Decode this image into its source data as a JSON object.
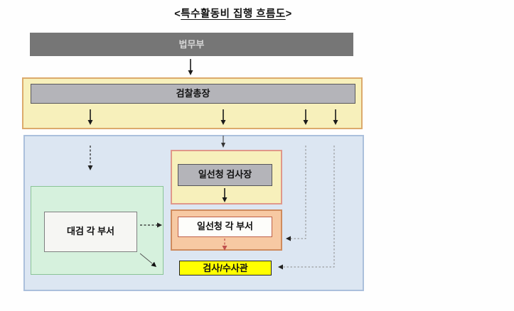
{
  "title": {
    "open_bracket": "<",
    "text": "특수활동비 집행 흐름도",
    "close_bracket": ">"
  },
  "nodes": {
    "ministry_of_justice": "법무부",
    "prosecutor_general": "검찰총장",
    "frontline_chief_prosecutor": "일선청 검사장",
    "supreme_office_departments": "대검 각 부서",
    "frontline_departments": "일선청 각 부서",
    "prosecutor_investigator": "검사/수사관"
  },
  "colors": {
    "ministry_fill": "#767676",
    "ministry_text": "#d6d6d6",
    "gray_node_fill": "#b4b4b9",
    "cream_fill": "#f7f0bb",
    "cream_border_tan": "#dcaa6c",
    "cream_border_salmon": "#e0988a",
    "blue_container_fill": "#dce6f2",
    "blue_container_border": "#abc0dc",
    "green_container_fill": "#d6f1dd",
    "green_container_border": "#8ac497",
    "orange_container_fill": "#f7c9a3",
    "orange_container_border": "#cf8b5e",
    "white_node_fill": "#f6f6f3",
    "highlight_fill": "#ffff00",
    "arrow_solid": "#1a1a1a",
    "arrow_dashed_gray": "#888888",
    "arrow_dashed_red": "#c0504d"
  }
}
